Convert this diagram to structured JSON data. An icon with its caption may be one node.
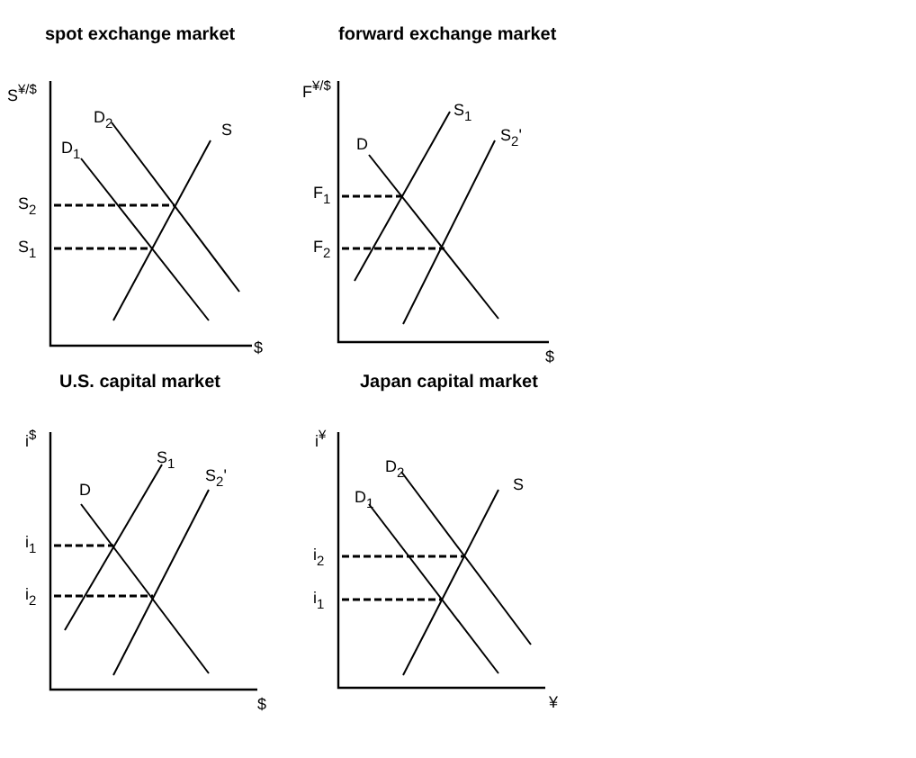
{
  "diagram": {
    "labels": [
      "spot exchange market",
      "S$^{¥/$}$",
      "D$_{2}$",
      "D$_{1}$",
      "S",
      "S$_{2}$",
      "S$_{1}$",
      "$",
      "forward exchange market",
      "F$^{¥/$}$",
      "S$_{1}$",
      "D",
      "S$_{2}$'",
      "F$_{1}$",
      "F$_{2}$",
      "$",
      "U.S. capital market",
      "i$^{$}$",
      "S$_{1}$",
      "D",
      "S$_{2}$'",
      "i$_{1}$",
      "i$_{2}$",
      "$",
      "Japan capital market",
      "i$^{¥}$",
      "D$_{2}$",
      "D$_{1}$",
      "S",
      "i$_{2}$",
      "i$_{1}$",
      "¥"
    ]
  }
}
